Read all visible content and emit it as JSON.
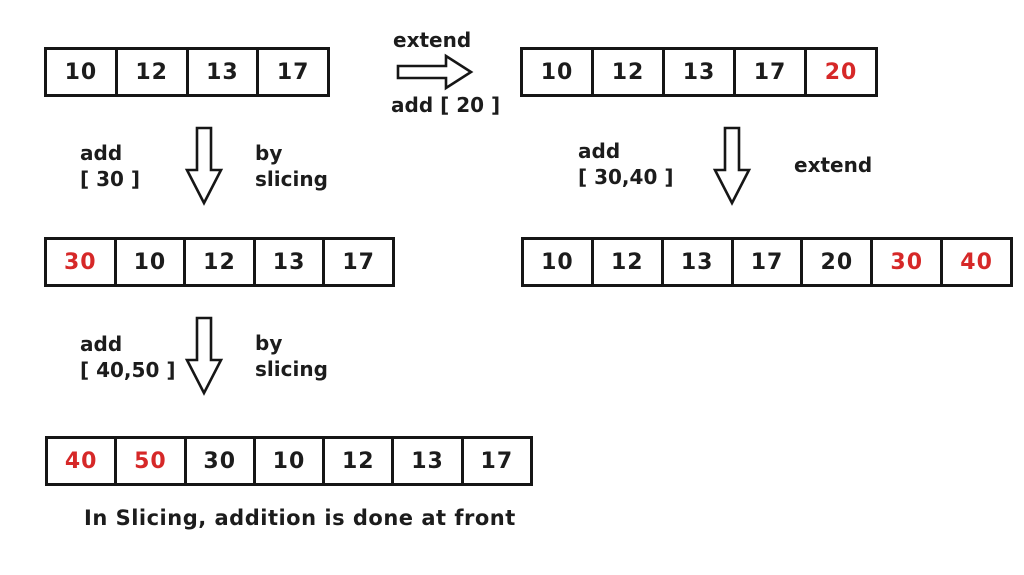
{
  "colors": {
    "red": "#d62828",
    "text": "#1c1c1c",
    "background": "#ffffff",
    "border": "#161616"
  },
  "caption": "In Slicing, addition is done at front",
  "labels": {
    "extend_top": "extend",
    "add_20": "add [ 20 ]",
    "add_30": {
      "line1": "add",
      "line2": "[ 30 ]"
    },
    "by_slicing_1": {
      "line1": "by",
      "line2": "slicing"
    },
    "add_30_40": {
      "line1": "add",
      "line2": "[ 30,40 ]"
    },
    "extend_right": "extend",
    "add_40_50": {
      "line1": "add",
      "line2": "[ 40,50 ]"
    },
    "by_slicing_2": {
      "line1": "by",
      "line2": "slicing"
    }
  },
  "icons": {
    "right_arrow": "right-arrow-icon (outlined block arrow pointing right)",
    "down_arrow": "down-arrow-icon (outlined block arrow pointing down)"
  },
  "arrays": {
    "initial": {
      "cells": [
        {
          "value": "10",
          "red": false
        },
        {
          "value": "12",
          "red": false
        },
        {
          "value": "13",
          "red": false
        },
        {
          "value": "17",
          "red": false
        }
      ]
    },
    "after_extend_20": {
      "cells": [
        {
          "value": "10",
          "red": false
        },
        {
          "value": "12",
          "red": false
        },
        {
          "value": "13",
          "red": false
        },
        {
          "value": "17",
          "red": false
        },
        {
          "value": "20",
          "red": true
        }
      ]
    },
    "after_slice_30": {
      "cells": [
        {
          "value": "30",
          "red": true
        },
        {
          "value": "10",
          "red": false
        },
        {
          "value": "12",
          "red": false
        },
        {
          "value": "13",
          "red": false
        },
        {
          "value": "17",
          "red": false
        }
      ]
    },
    "after_extend_30_40": {
      "cells": [
        {
          "value": "10",
          "red": false
        },
        {
          "value": "12",
          "red": false
        },
        {
          "value": "13",
          "red": false
        },
        {
          "value": "17",
          "red": false
        },
        {
          "value": "20",
          "red": false
        },
        {
          "value": "30",
          "red": true
        },
        {
          "value": "40",
          "red": true
        }
      ]
    },
    "after_slice_40_50": {
      "cells": [
        {
          "value": "40",
          "red": true
        },
        {
          "value": "50",
          "red": true
        },
        {
          "value": "30",
          "red": false
        },
        {
          "value": "10",
          "red": false
        },
        {
          "value": "12",
          "red": false
        },
        {
          "value": "13",
          "red": false
        },
        {
          "value": "17",
          "red": false
        }
      ]
    }
  }
}
